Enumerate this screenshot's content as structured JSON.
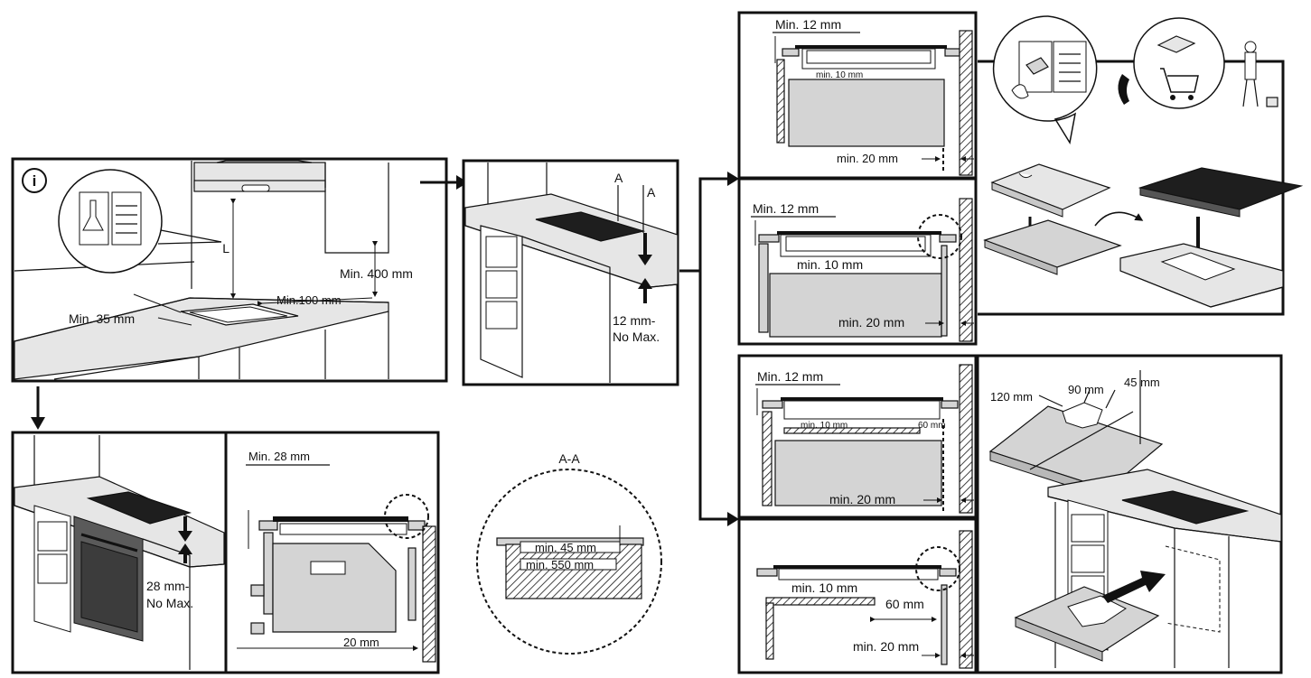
{
  "info_icon": "i",
  "labels": {
    "min_12_a": "Min. 12 mm",
    "min_10_a": "min. 10 mm",
    "min_20_a": "min. 20 mm",
    "min_12_b": "Min. 12 mm",
    "min_10_b": "min. 10 mm",
    "min_20_b": "min. 20 mm",
    "min_12_c": "Min. 12 mm",
    "min_10_c": "min. 10 mm",
    "mm60_c": "60 mm",
    "min_20_c": "min. 20 mm",
    "min_10_d": "min. 10 mm",
    "mm60_d": "60 mm",
    "min_20_d": "min. 20 mm",
    "min_400": "Min. 400 mm",
    "L": "L",
    "min_100": "Min.100 mm",
    "min_35": "Min. 35 mm",
    "A_left": "A",
    "A_right": "A",
    "mm12_line1": "12 mm-",
    "mm12_line2": "No Max.",
    "min_28": "Min. 28 mm",
    "mm28_line1": "28 mm-",
    "mm28_line2": "No Max.",
    "mm20": "20 mm",
    "section_title": "A-A",
    "min_45": "min. 45 mm",
    "min_550": "min. 550 mm",
    "mm120": "120 mm",
    "mm90": "90 mm",
    "mm45": "45 mm"
  },
  "icons": [
    "manual-book-icon",
    "phone-handset-icon",
    "shopping-cart-icon",
    "technician-icon",
    "hood-manual-icon"
  ]
}
